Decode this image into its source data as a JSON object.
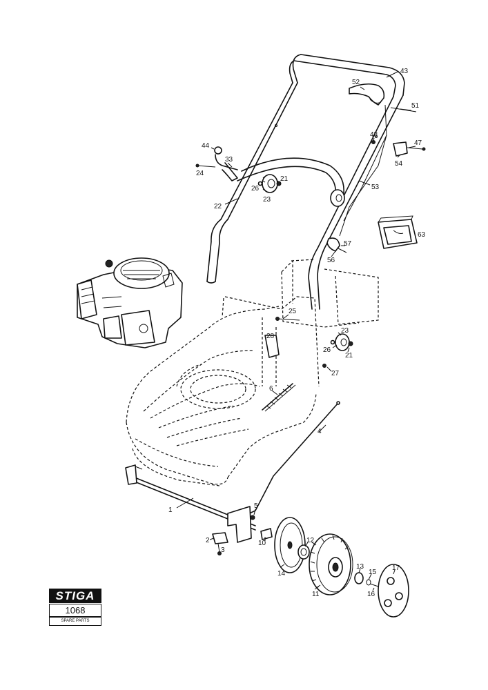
{
  "logo": {
    "brand": "STIGA",
    "number": "1068",
    "caption": "SPARE PARTS"
  },
  "callouts": [
    {
      "id": "43",
      "label": "43"
    },
    {
      "id": "52",
      "label": "52"
    },
    {
      "id": "51",
      "label": "51"
    },
    {
      "id": "48",
      "label": "48"
    },
    {
      "id": "47",
      "label": "47"
    },
    {
      "id": "54",
      "label": "54"
    },
    {
      "id": "53",
      "label": "53"
    },
    {
      "id": "44",
      "label": "44"
    },
    {
      "id": "33",
      "label": "33"
    },
    {
      "id": "24",
      "label": "24"
    },
    {
      "id": "26a",
      "label": "26"
    },
    {
      "id": "21a",
      "label": "21"
    },
    {
      "id": "23a",
      "label": "23"
    },
    {
      "id": "22",
      "label": "22"
    },
    {
      "id": "63",
      "label": "63"
    },
    {
      "id": "57",
      "label": "57"
    },
    {
      "id": "56",
      "label": "56"
    },
    {
      "id": "25",
      "label": "25"
    },
    {
      "id": "28",
      "label": "28"
    },
    {
      "id": "23b",
      "label": "23"
    },
    {
      "id": "26b",
      "label": "26"
    },
    {
      "id": "21b",
      "label": "21"
    },
    {
      "id": "27",
      "label": "27"
    },
    {
      "id": "6",
      "label": "6"
    },
    {
      "id": "4",
      "label": "4"
    },
    {
      "id": "1",
      "label": "1"
    },
    {
      "id": "5",
      "label": "5"
    },
    {
      "id": "2",
      "label": "2"
    },
    {
      "id": "3",
      "label": "3"
    },
    {
      "id": "10",
      "label": "10"
    },
    {
      "id": "12",
      "label": "12"
    },
    {
      "id": "14",
      "label": "14"
    },
    {
      "id": "13",
      "label": "13"
    },
    {
      "id": "15",
      "label": "15"
    },
    {
      "id": "17",
      "label": "17"
    },
    {
      "id": "16",
      "label": "16"
    },
    {
      "id": "11",
      "label": "11"
    }
  ]
}
